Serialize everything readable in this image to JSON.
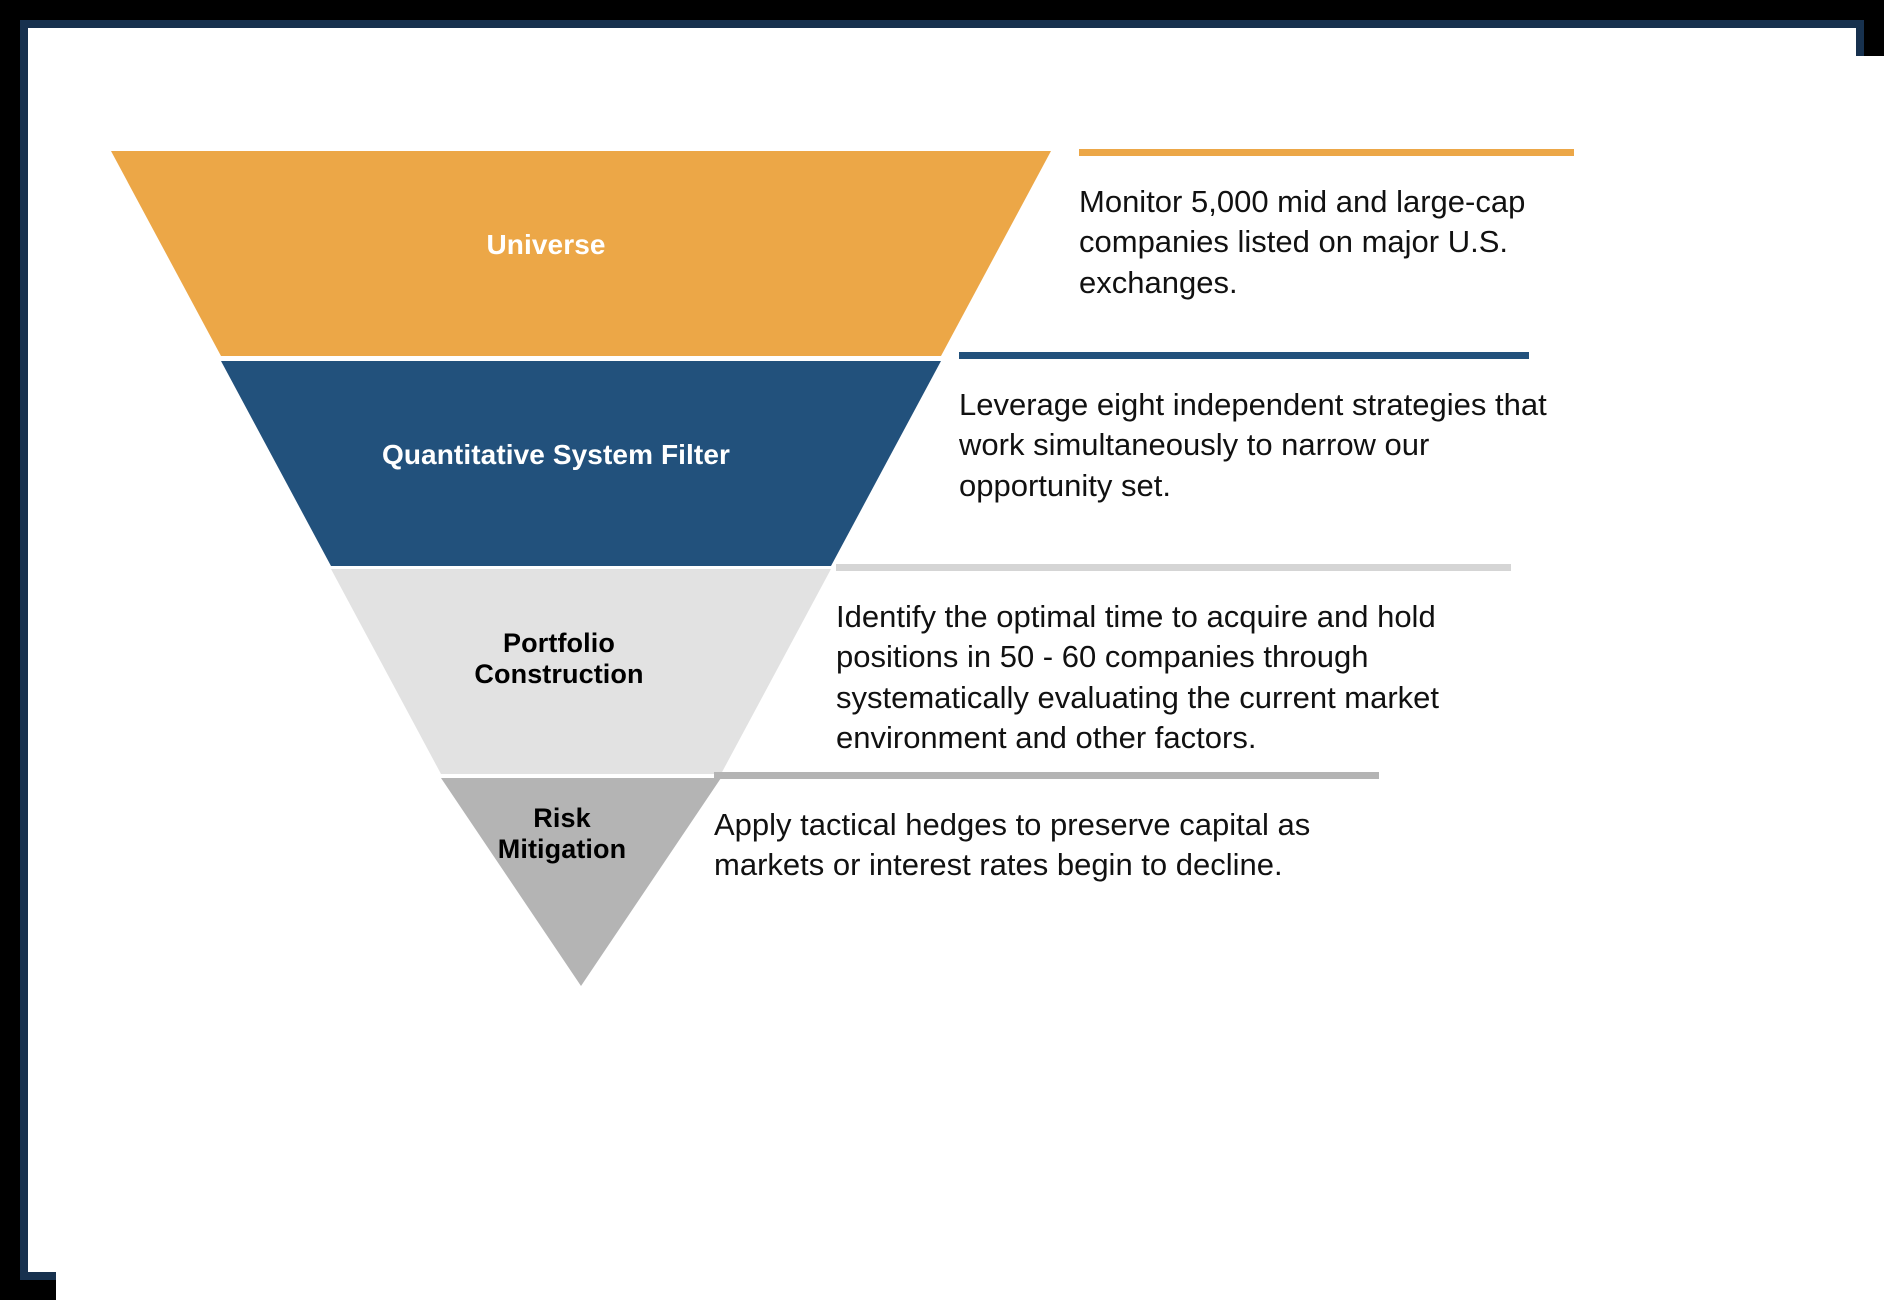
{
  "frame": {
    "outer_border_color": "#000000",
    "inner_border_color": "#17314e",
    "background_color": "#ffffff"
  },
  "palette": {
    "orange": "#eca747",
    "navy": "#22517c",
    "light_gray": "#e2e2e2",
    "gray": "#b4b4b4",
    "rule_light_gray": "#d5d5d5",
    "text_dark": "#111111",
    "text_light": "#ffffff"
  },
  "funnel": {
    "type": "inverted-funnel",
    "orientation": "top-wide-to-bottom-point",
    "stages": [
      {
        "id": "universe",
        "label": "Universe",
        "fill": "#eca747",
        "label_color": "#ffffff",
        "order": 1
      },
      {
        "id": "quantitative-system-filter",
        "label": "Quantitative System Filter",
        "fill": "#22517c",
        "label_color": "#ffffff",
        "order": 2
      },
      {
        "id": "portfolio-construction",
        "label": "Portfolio\nConstruction",
        "fill": "#e2e2e2",
        "label_color": "#000000",
        "order": 3
      },
      {
        "id": "risk-mitigation",
        "label": "Risk\nMitigation",
        "fill": "#b4b4b4",
        "label_color": "#000000",
        "order": 4
      }
    ]
  },
  "callouts": [
    {
      "id": "callout-universe",
      "stage": "universe",
      "rule_color": "#eca747",
      "text": "Monitor 5,000 mid and large-cap companies listed on major U.S. exchanges."
    },
    {
      "id": "callout-quantitative-system-filter",
      "stage": "quantitative-system-filter",
      "rule_color": "#22517c",
      "text": "Leverage eight independent strategies that work simultaneously to narrow our opportunity set."
    },
    {
      "id": "callout-portfolio-construction",
      "stage": "portfolio-construction",
      "rule_color": "#d5d5d5",
      "text": "Identify the optimal time to acquire and hold positions in 50 - 60 companies through systematically evaluating the current market environment and other factors."
    },
    {
      "id": "callout-risk-mitigation",
      "stage": "risk-mitigation",
      "rule_color": "#b4b4b4",
      "text": "Apply tactical hedges to preserve capital as markets or interest rates begin to decline."
    }
  ]
}
